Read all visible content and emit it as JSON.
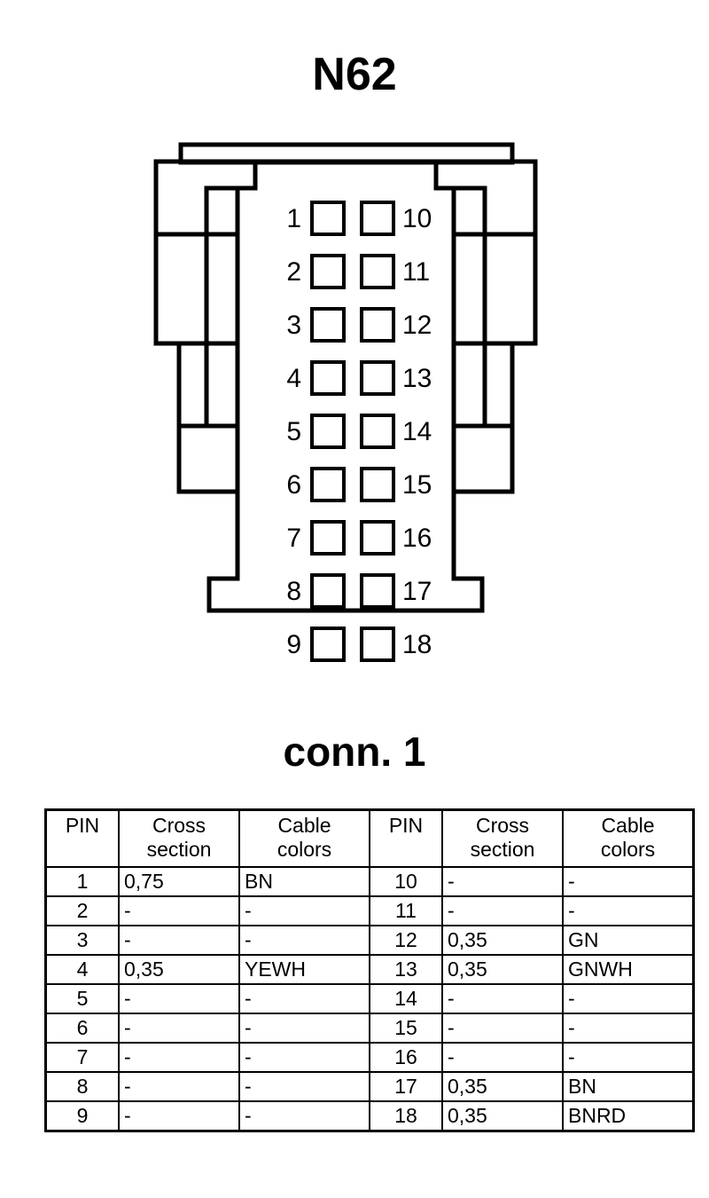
{
  "title": "N62",
  "connector": {
    "label": "conn. 1",
    "left_pins": [
      "1",
      "2",
      "3",
      "4",
      "5",
      "6",
      "7",
      "8",
      "9"
    ],
    "right_pins": [
      "10",
      "11",
      "12",
      "13",
      "14",
      "15",
      "16",
      "17",
      "18"
    ],
    "pin_count": 18,
    "outline_color": "#000000"
  },
  "table": {
    "headers": {
      "pin": "PIN",
      "cross_section_line1": "Cross",
      "cross_section_line2": "section",
      "cable_colors_line1": "Cable",
      "cable_colors_line2": "colors"
    },
    "rows": [
      {
        "pin_l": "1",
        "cross_l": "0,75",
        "color_l": "BN",
        "pin_r": "10",
        "cross_r": "-",
        "color_r": "-"
      },
      {
        "pin_l": "2",
        "cross_l": "-",
        "color_l": "-",
        "pin_r": "11",
        "cross_r": "-",
        "color_r": "-"
      },
      {
        "pin_l": "3",
        "cross_l": "-",
        "color_l": "-",
        "pin_r": "12",
        "cross_r": "0,35",
        "color_r": "GN"
      },
      {
        "pin_l": "4",
        "cross_l": "0,35",
        "color_l": "YEWH",
        "pin_r": "13",
        "cross_r": "0,35",
        "color_r": "GNWH"
      },
      {
        "pin_l": "5",
        "cross_l": "-",
        "color_l": "-",
        "pin_r": "14",
        "cross_r": "-",
        "color_r": "-"
      },
      {
        "pin_l": "6",
        "cross_l": "-",
        "color_l": "-",
        "pin_r": "15",
        "cross_r": "-",
        "color_r": "-"
      },
      {
        "pin_l": "7",
        "cross_l": "-",
        "color_l": "-",
        "pin_r": "16",
        "cross_r": "-",
        "color_r": "-"
      },
      {
        "pin_l": "8",
        "cross_l": "-",
        "color_l": "-",
        "pin_r": "17",
        "cross_r": "0,35",
        "color_r": "BN"
      },
      {
        "pin_l": "9",
        "cross_l": "-",
        "color_l": "-",
        "pin_r": "18",
        "cross_r": "0,35",
        "color_r": "BNRD"
      }
    ]
  }
}
